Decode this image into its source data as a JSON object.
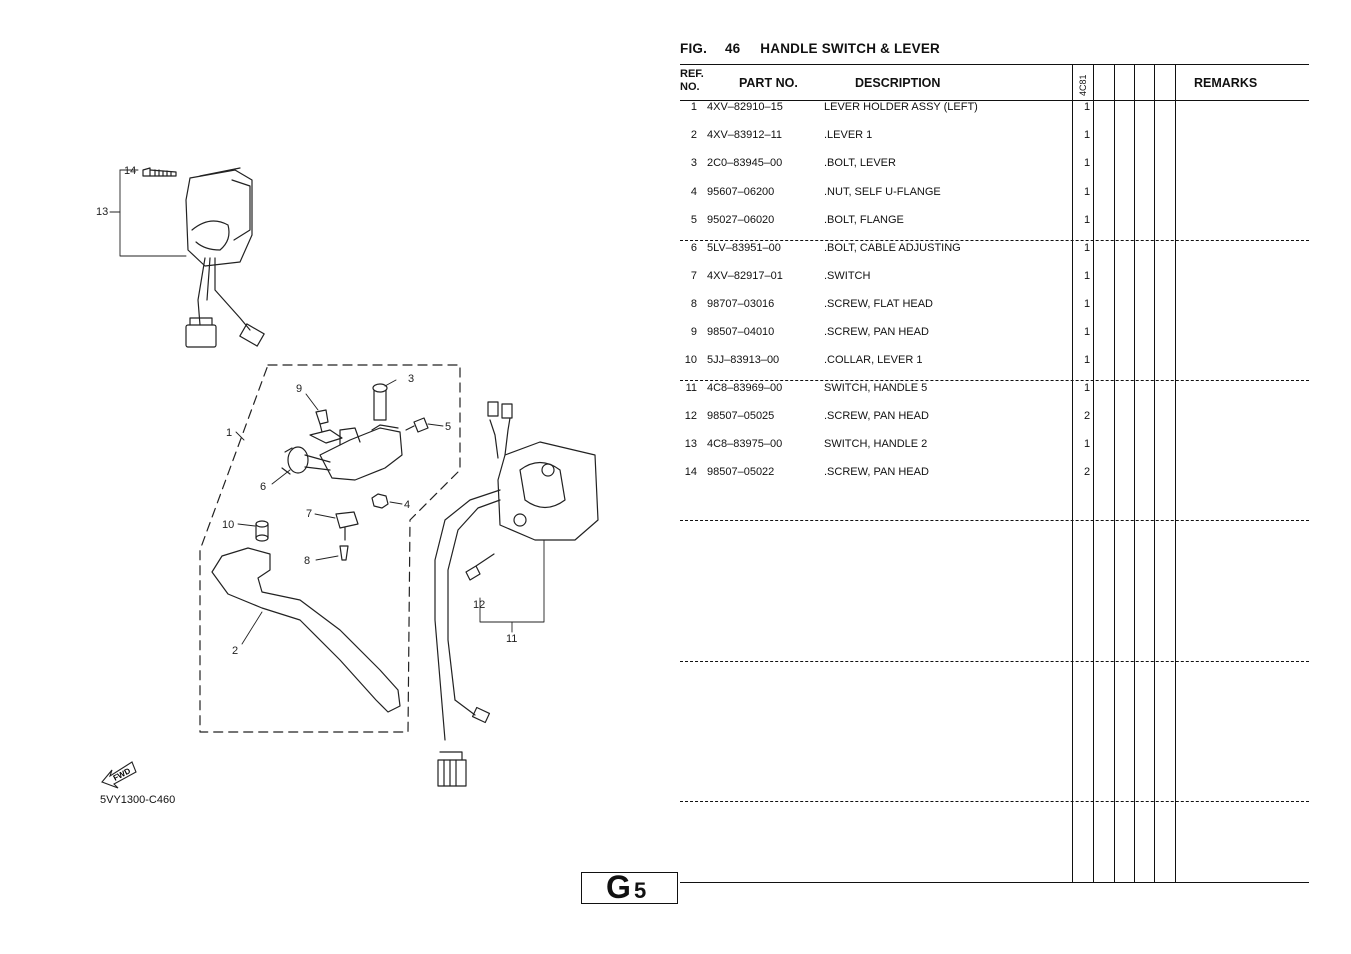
{
  "figure": {
    "fig_label": "FIG.",
    "fig_number": "46",
    "title": "HANDLE SWITCH & LEVER"
  },
  "table": {
    "headers": {
      "ref": "REF.",
      "no": "NO.",
      "part_no": "PART NO.",
      "description": "DESCRIPTION",
      "model": "4C81",
      "remarks": "REMARKS"
    },
    "rows": [
      {
        "ref": "1",
        "part_no": "4XV–82910–15",
        "description": "LEVER HOLDER ASSY (LEFT)",
        "qty": "1"
      },
      {
        "ref": "2",
        "part_no": "4XV–83912–11",
        "description": ".LEVER 1",
        "qty": "1"
      },
      {
        "ref": "3",
        "part_no": "2C0–83945–00",
        "description": ".BOLT, LEVER",
        "qty": "1"
      },
      {
        "ref": "4",
        "part_no": "95607–06200",
        "description": ".NUT, SELF U-FLANGE",
        "qty": "1"
      },
      {
        "ref": "5",
        "part_no": "95027–06020",
        "description": ".BOLT, FLANGE",
        "qty": "1"
      },
      {
        "ref": "6",
        "part_no": "5LV–83951–00",
        "description": ".BOLT, CABLE ADJUSTING",
        "qty": "1"
      },
      {
        "ref": "7",
        "part_no": "4XV–82917–01",
        "description": ".SWITCH",
        "qty": "1"
      },
      {
        "ref": "8",
        "part_no": "98707–03016",
        "description": ".SCREW, FLAT HEAD",
        "qty": "1"
      },
      {
        "ref": "9",
        "part_no": "98507–04010",
        "description": ".SCREW, PAN HEAD",
        "qty": "1"
      },
      {
        "ref": "10",
        "part_no": "5JJ–83913–00",
        "description": ".COLLAR, LEVER 1",
        "qty": "1"
      },
      {
        "ref": "11",
        "part_no": "4C8–83969–00",
        "description": "SWITCH, HANDLE 5",
        "qty": "1"
      },
      {
        "ref": "12",
        "part_no": "98507–05025",
        "description": ".SCREW, PAN HEAD",
        "qty": "2"
      },
      {
        "ref": "13",
        "part_no": "4C8–83975–00",
        "description": "SWITCH, HANDLE 2",
        "qty": "1"
      },
      {
        "ref": "14",
        "part_no": "98507–05022",
        "description": ".SCREW, PAN HEAD",
        "qty": "2"
      }
    ]
  },
  "diagram": {
    "code": "5VY1300-C460",
    "fwd_label": "FWD",
    "callouts": [
      "1",
      "2",
      "3",
      "4",
      "5",
      "6",
      "7",
      "8",
      "9",
      "10",
      "11",
      "12",
      "13",
      "14"
    ]
  },
  "page_id": {
    "letter": "G",
    "number": "5"
  }
}
